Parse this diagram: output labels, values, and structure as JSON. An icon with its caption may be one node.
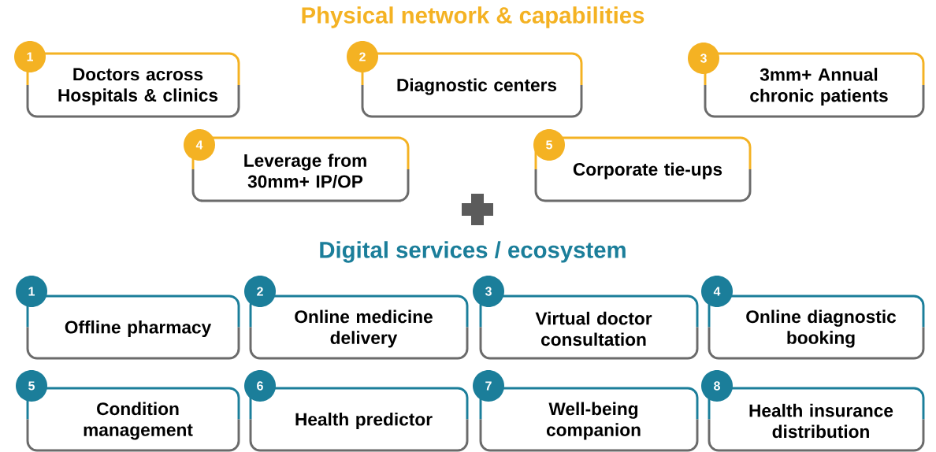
{
  "diagram": {
    "nodes": [
      {
        "text": [
          "1",
          "Doctors across Hospitals & clinics"
        ]
      },
      {
        "text": [
          "2",
          "Diagnostic centers"
        ]
      },
      {
        "text": [
          "3",
          "3mm+ Annual chronic patients"
        ]
      },
      {
        "text": [
          "4",
          "Leverage from 30mm+ IP/OP"
        ]
      },
      {
        "text": [
          "5",
          "Corporate tie-ups"
        ]
      },
      {
        "text": [
          "1",
          "Offline pharmacy"
        ]
      },
      {
        "text": [
          "2",
          "Online medicine delivery"
        ]
      },
      {
        "text": [
          "3",
          "Virtual doctor consultation"
        ]
      },
      {
        "text": [
          "4",
          "Online diagnostic booking"
        ]
      },
      {
        "text": [
          "5",
          "Condition management"
        ]
      },
      {
        "text": [
          "6",
          "Health predictor"
        ]
      },
      {
        "text": [
          "7",
          "Well-being companion"
        ]
      },
      {
        "text": [
          "8",
          "Health insurance distribution"
        ]
      }
    ],
    "labels": [
      "Physical network & capabilities",
      "Digital services / ecosystem"
    ]
  }
}
